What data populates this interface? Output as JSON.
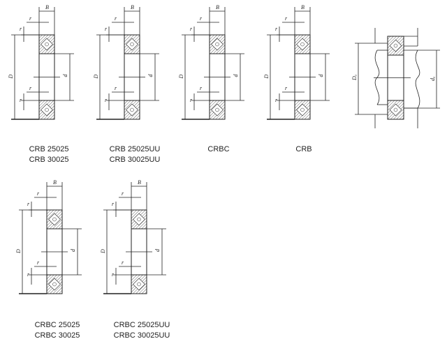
{
  "figures": [
    {
      "name": "crb-25025",
      "dims": {
        "B": "B",
        "r": "r",
        "D": "D",
        "d": "d"
      },
      "lines": [
        "CRB 25025",
        "CRB 30025"
      ]
    },
    {
      "name": "crb-25025uu",
      "dims": {
        "B": "B",
        "r": "r",
        "D": "D",
        "d": "d"
      },
      "lines": [
        "CRB 25025UU",
        "CRB 30025UU"
      ]
    },
    {
      "name": "crbc",
      "dims": {
        "B": "B",
        "r": "r",
        "D": "D",
        "d": "d"
      },
      "lines": [
        "CRBC"
      ]
    },
    {
      "name": "crb",
      "dims": {
        "B": "B",
        "r": "r",
        "D": "D",
        "d": "d"
      },
      "lines": [
        "CRB"
      ]
    },
    {
      "name": "mounting",
      "dims": {
        "D": "Dₐ",
        "d": "dₐ"
      },
      "lines": []
    },
    {
      "name": "crbc-25025",
      "dims": {
        "B": "B",
        "r": "r",
        "D": "D",
        "d": "d"
      },
      "lines": [
        "CRBC 25025",
        "CRBC 30025"
      ]
    },
    {
      "name": "crbc-25025uu",
      "dims": {
        "B": "B",
        "r": "r",
        "D": "D",
        "d": "d"
      },
      "lines": [
        "CRBC 25025UU",
        "CRBC 30025UU"
      ]
    }
  ]
}
